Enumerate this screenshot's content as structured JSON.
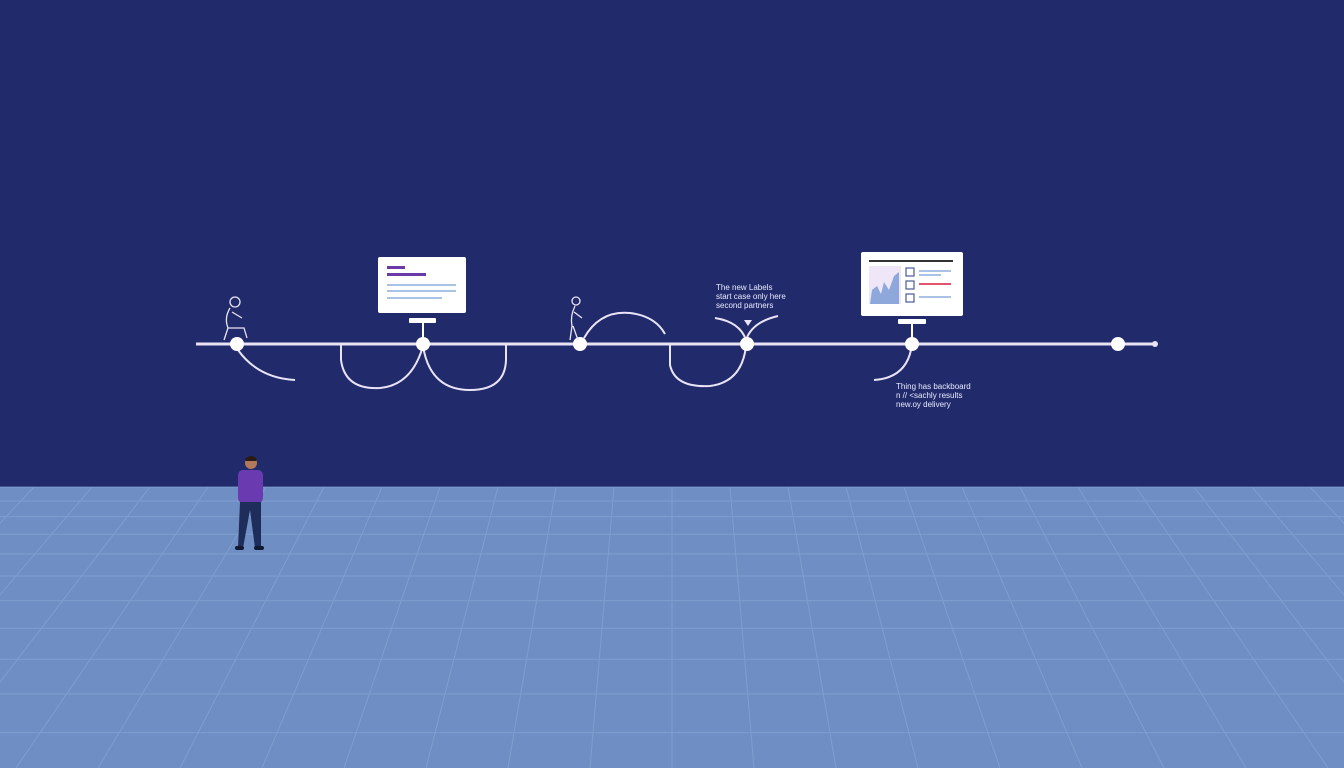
{
  "colors": {
    "wall": "#212a6b",
    "floor": "#6f8fc4",
    "floor_grid": "#86a3d3",
    "timeline": "#e9e4f5",
    "accent_purple": "#6a3aa8",
    "accent_blue": "#a9c2e6",
    "accent_red": "#e0566e",
    "person_shirt": "#6a3ab0",
    "person_pants": "#1e2d5a"
  },
  "timeline": {
    "milestones": 7,
    "annotation_1": [
      "The new Labels",
      "start case only here",
      "second partners"
    ],
    "annotation_2": [
      "Thing has backboard",
      "n // <sachly results",
      "new.oy delivery"
    ]
  },
  "icons": [
    "sitting-person-icon",
    "document-board-icon",
    "walking-person-icon",
    "dashboard-board-icon",
    "standing-person"
  ]
}
